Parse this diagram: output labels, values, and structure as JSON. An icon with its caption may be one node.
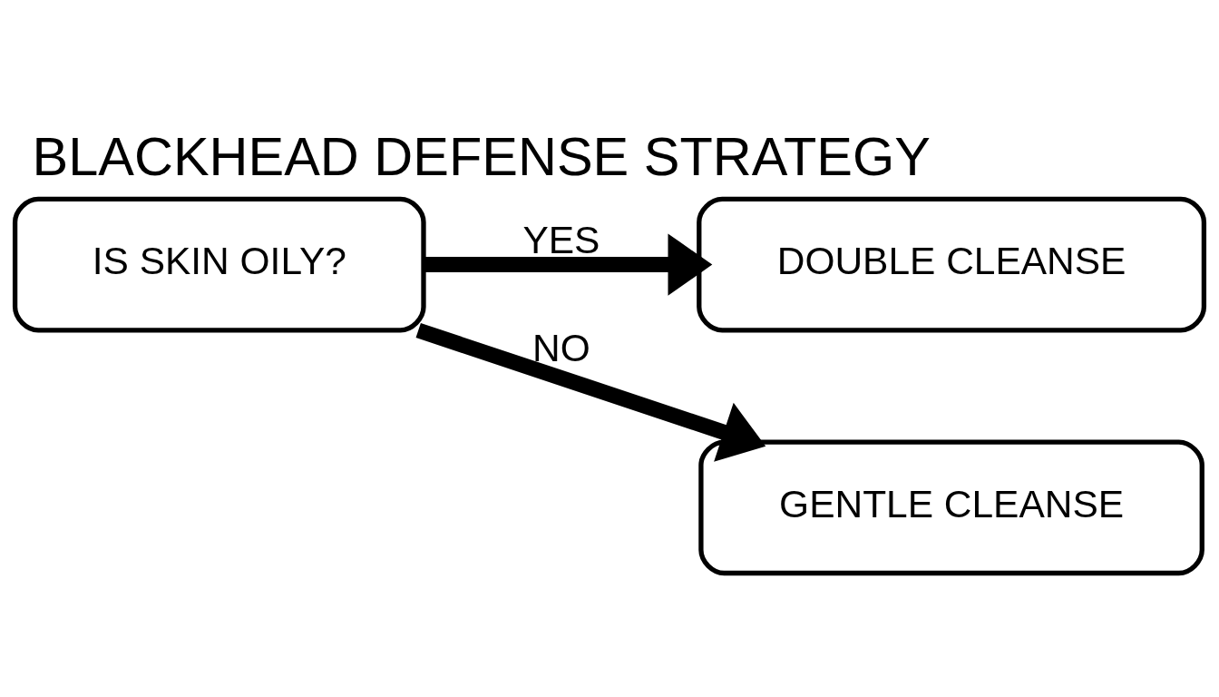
{
  "diagram": {
    "title": "BLACKHEAD DEFENSE STRATEGY",
    "nodes": [
      {
        "text": [
          "IS SKIN OILY?"
        ]
      },
      {
        "text": [
          "DOUBLE CLEANSE"
        ]
      },
      {
        "text": [
          "GENTLE CLEANSE"
        ]
      }
    ],
    "edges": [
      {
        "from": 0,
        "to": 1,
        "arrow": "to",
        "label": "YES"
      },
      {
        "from": 0,
        "to": 2,
        "arrow": "to",
        "label": "NO"
      }
    ]
  }
}
